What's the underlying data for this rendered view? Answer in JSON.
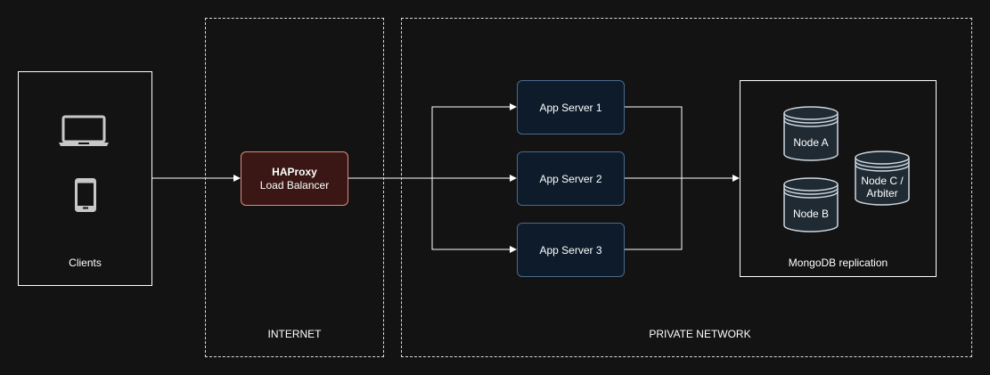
{
  "clients": {
    "label": "Clients",
    "icons": [
      "laptop-icon",
      "smartphone-icon"
    ]
  },
  "internet_zone": {
    "label": "INTERNET"
  },
  "load_balancer": {
    "title": "HAProxy",
    "subtitle": "Load Balancer"
  },
  "private_zone": {
    "label": "PRIVATE NETWORK"
  },
  "app_servers": [
    {
      "label": "App Server 1"
    },
    {
      "label": "App Server 2"
    },
    {
      "label": "App Server 3"
    }
  ],
  "mongodb": {
    "label": "MongoDB replication",
    "nodes": [
      {
        "label": "Node A"
      },
      {
        "label": "Node B"
      },
      {
        "label": "Node C /\nArbiter"
      }
    ]
  },
  "colors": {
    "background": "#131313",
    "line": "#ffffff",
    "app_server_fill": "#0d1b2a",
    "app_server_stroke": "#4a6a8e",
    "lb_fill": "#3a1714",
    "lb_stroke": "#e08a7c",
    "db_fill": "#1f2a33",
    "db_stroke": "#cfd8df"
  }
}
